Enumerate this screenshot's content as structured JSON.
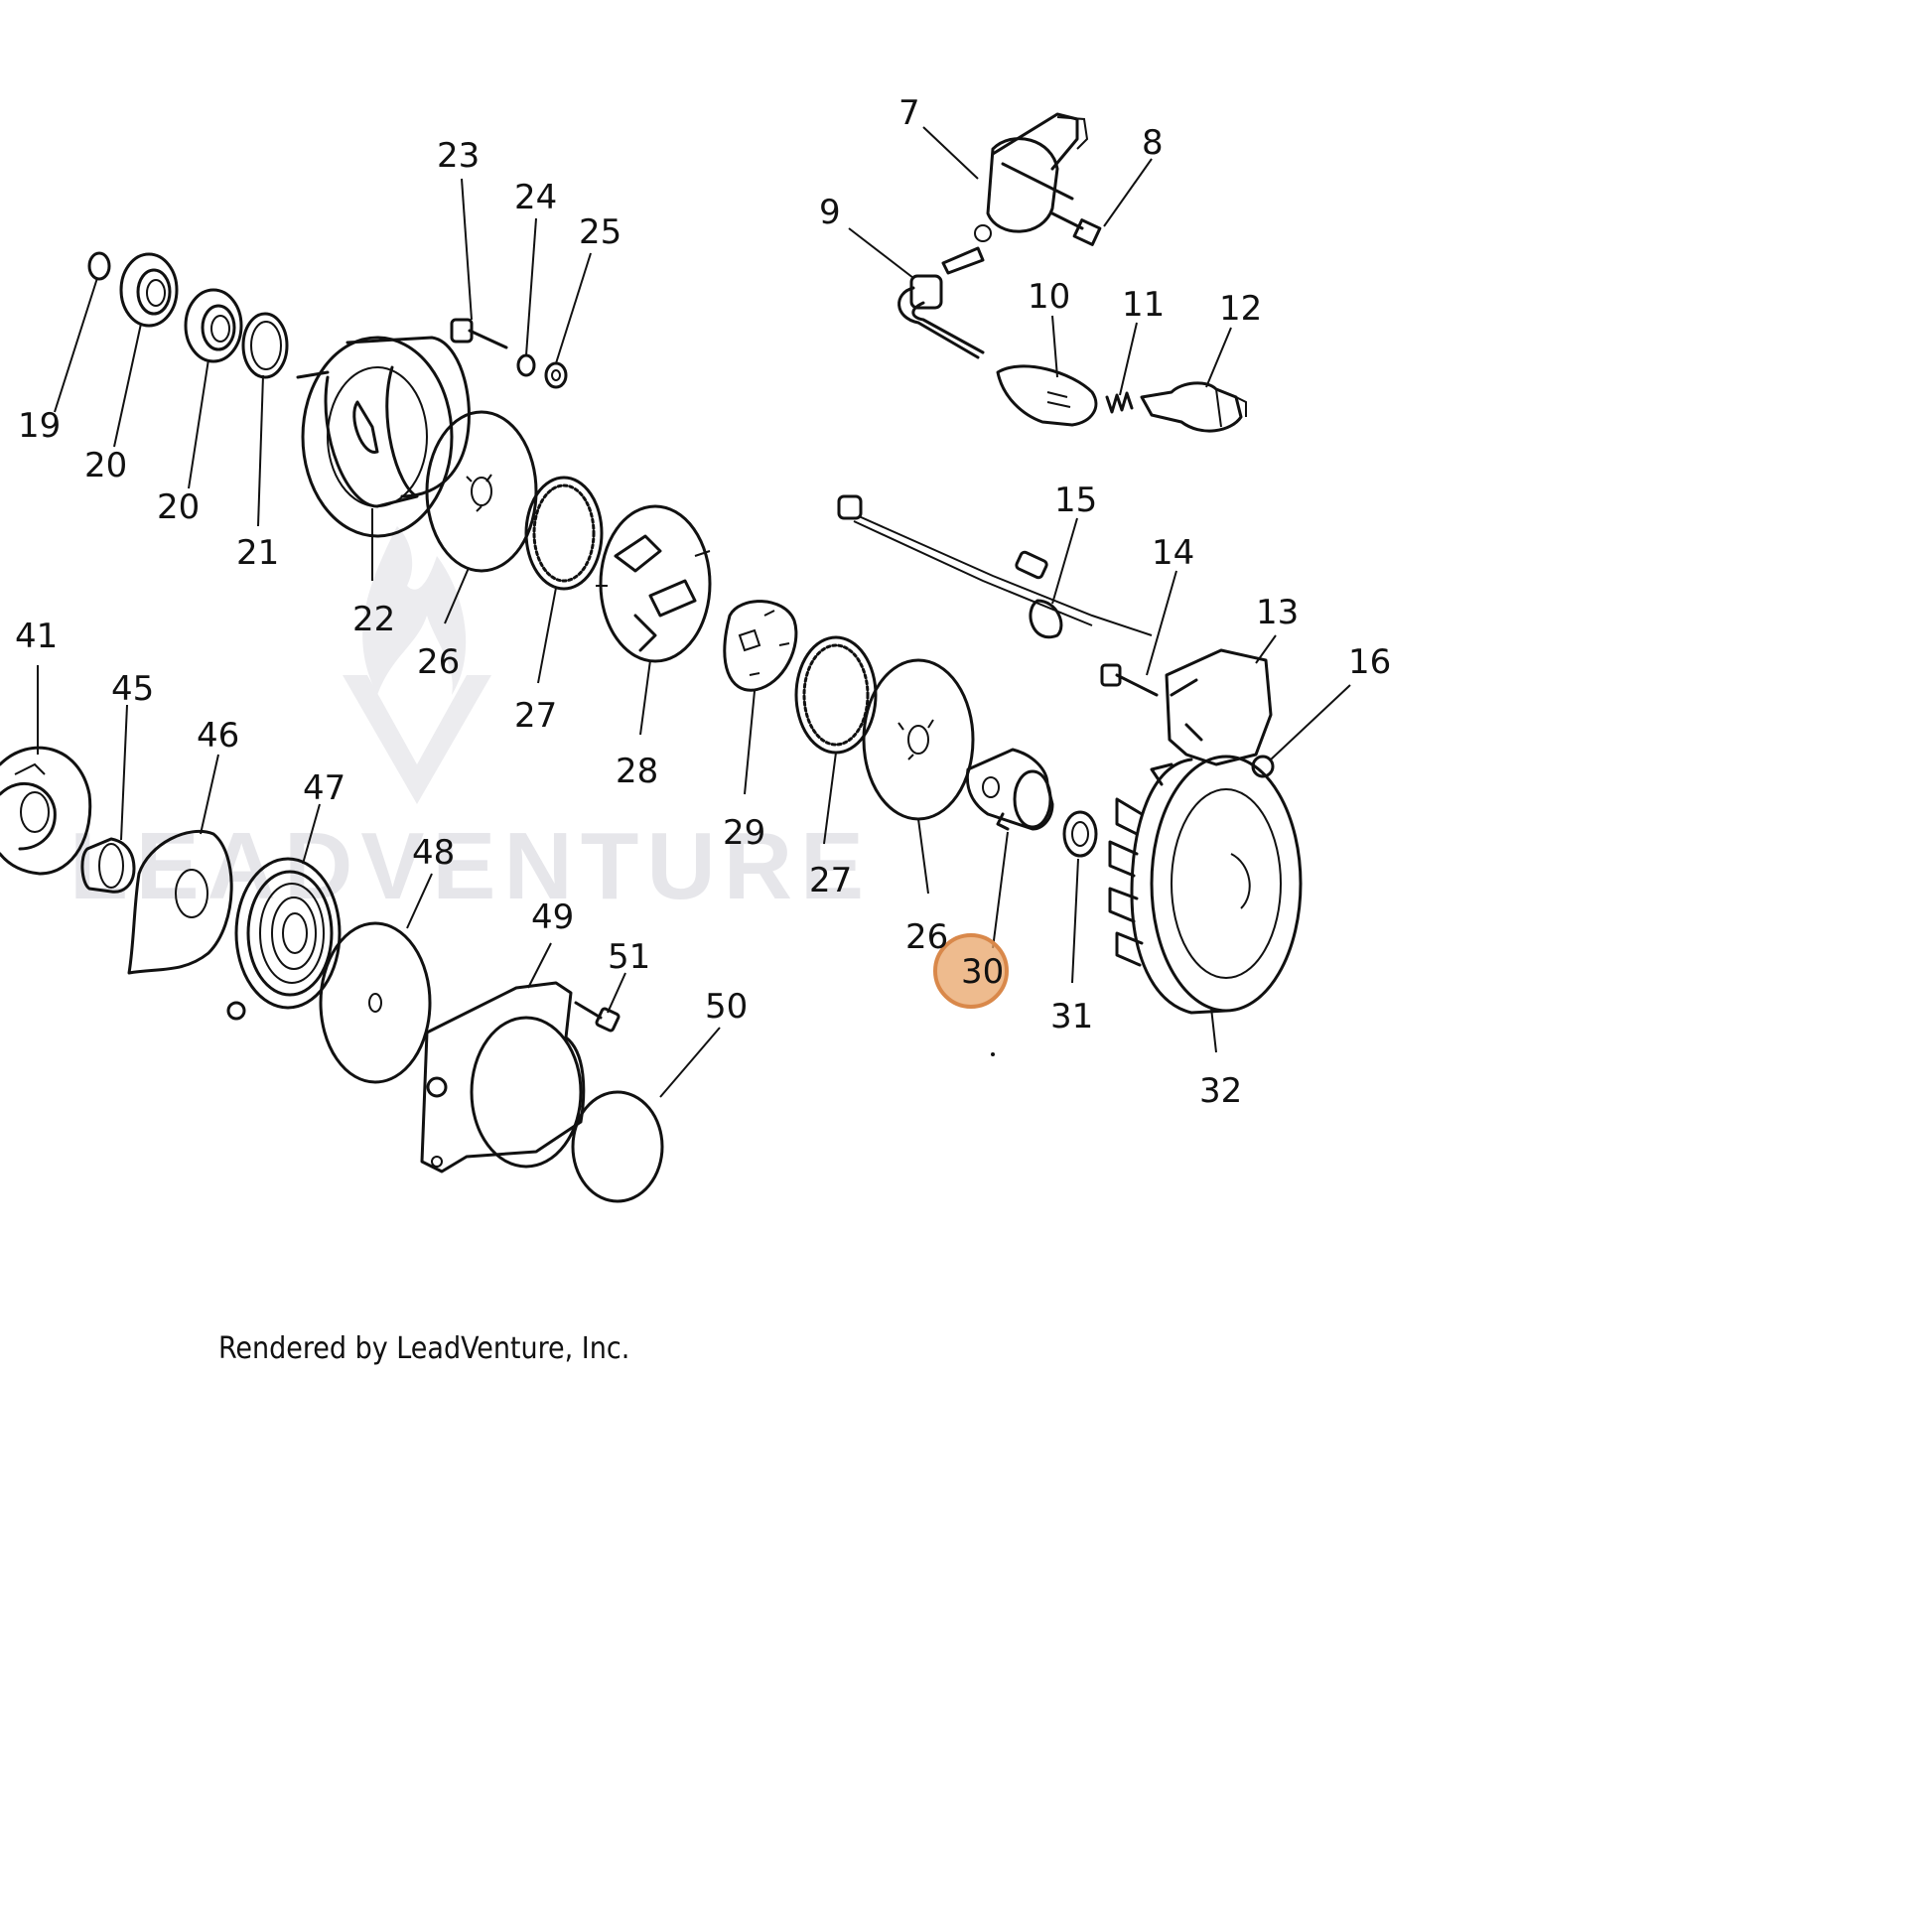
{
  "watermark": {
    "text": "LEADVENTURE",
    "logo_icon": "leadventure-flame-logo"
  },
  "credit": "Rendered by LeadVenture, Inc.",
  "highlight": {
    "part": "30",
    "color": "#e8a468"
  },
  "callouts": {
    "c7": "7",
    "c8": "8",
    "c9": "9",
    "c10": "10",
    "c11": "11",
    "c12": "12",
    "c13": "13",
    "c14": "14",
    "c15": "15",
    "c16": "16",
    "c19": "19",
    "c20a": "20",
    "c20b": "20",
    "c21": "21",
    "c22": "22",
    "c23": "23",
    "c24": "24",
    "c25": "25",
    "c26a": "26",
    "c26b": "26",
    "c27a": "27",
    "c27b": "27",
    "c28": "28",
    "c29": "29",
    "c30": "30",
    "c31": "31",
    "c32": "32",
    "c41": "41",
    "c45": "45",
    "c46": "46",
    "c47": "47",
    "c48": "48",
    "c49": "49",
    "c50": "50",
    "c51": "51"
  }
}
